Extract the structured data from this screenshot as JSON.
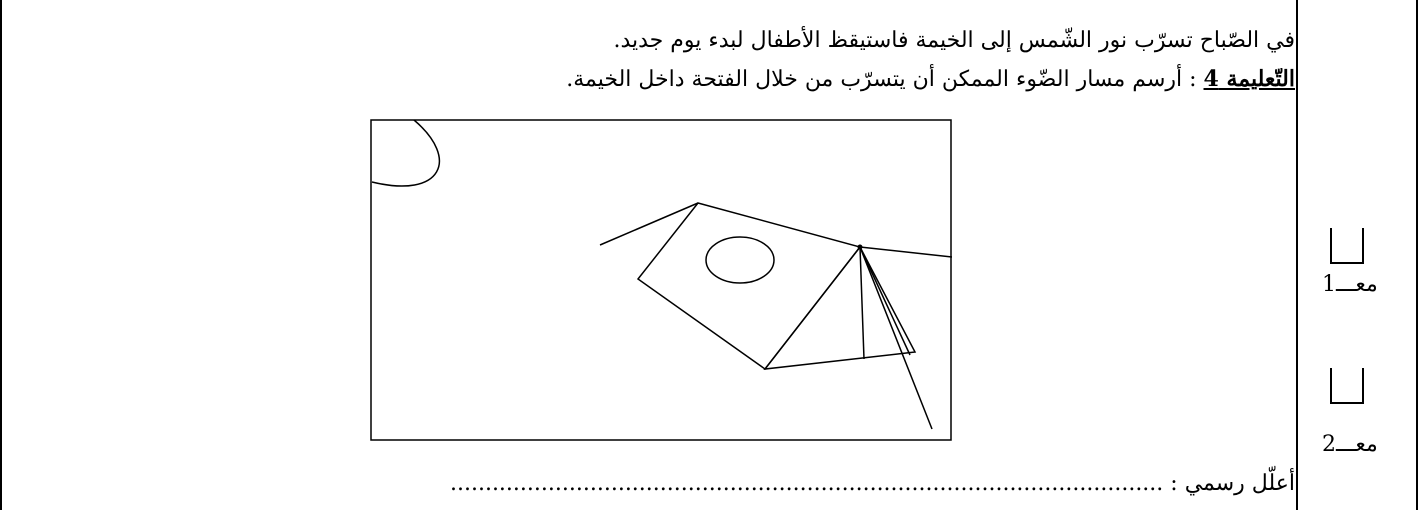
{
  "paragraph": {
    "line1": "في الصّباح تسرّب نور الشّمس إلى الخيمة فاستيقظ الأطفال لبدء يوم جديد.",
    "instruction_label": "التّعليمة 4",
    "instruction_text": " : أرسم مسار الضّوء الممكن أن يتسرّب من خلال الفتحة داخل الخيمة.",
    "justify_label": "أعلّل رسمي : ",
    "justify_dots": "......................................................................................................"
  },
  "criteria": [
    {
      "label": "معـــ1"
    },
    {
      "label": "معـــ2"
    }
  ],
  "colors": {
    "ink": "#000000",
    "paper": "#ffffff"
  }
}
